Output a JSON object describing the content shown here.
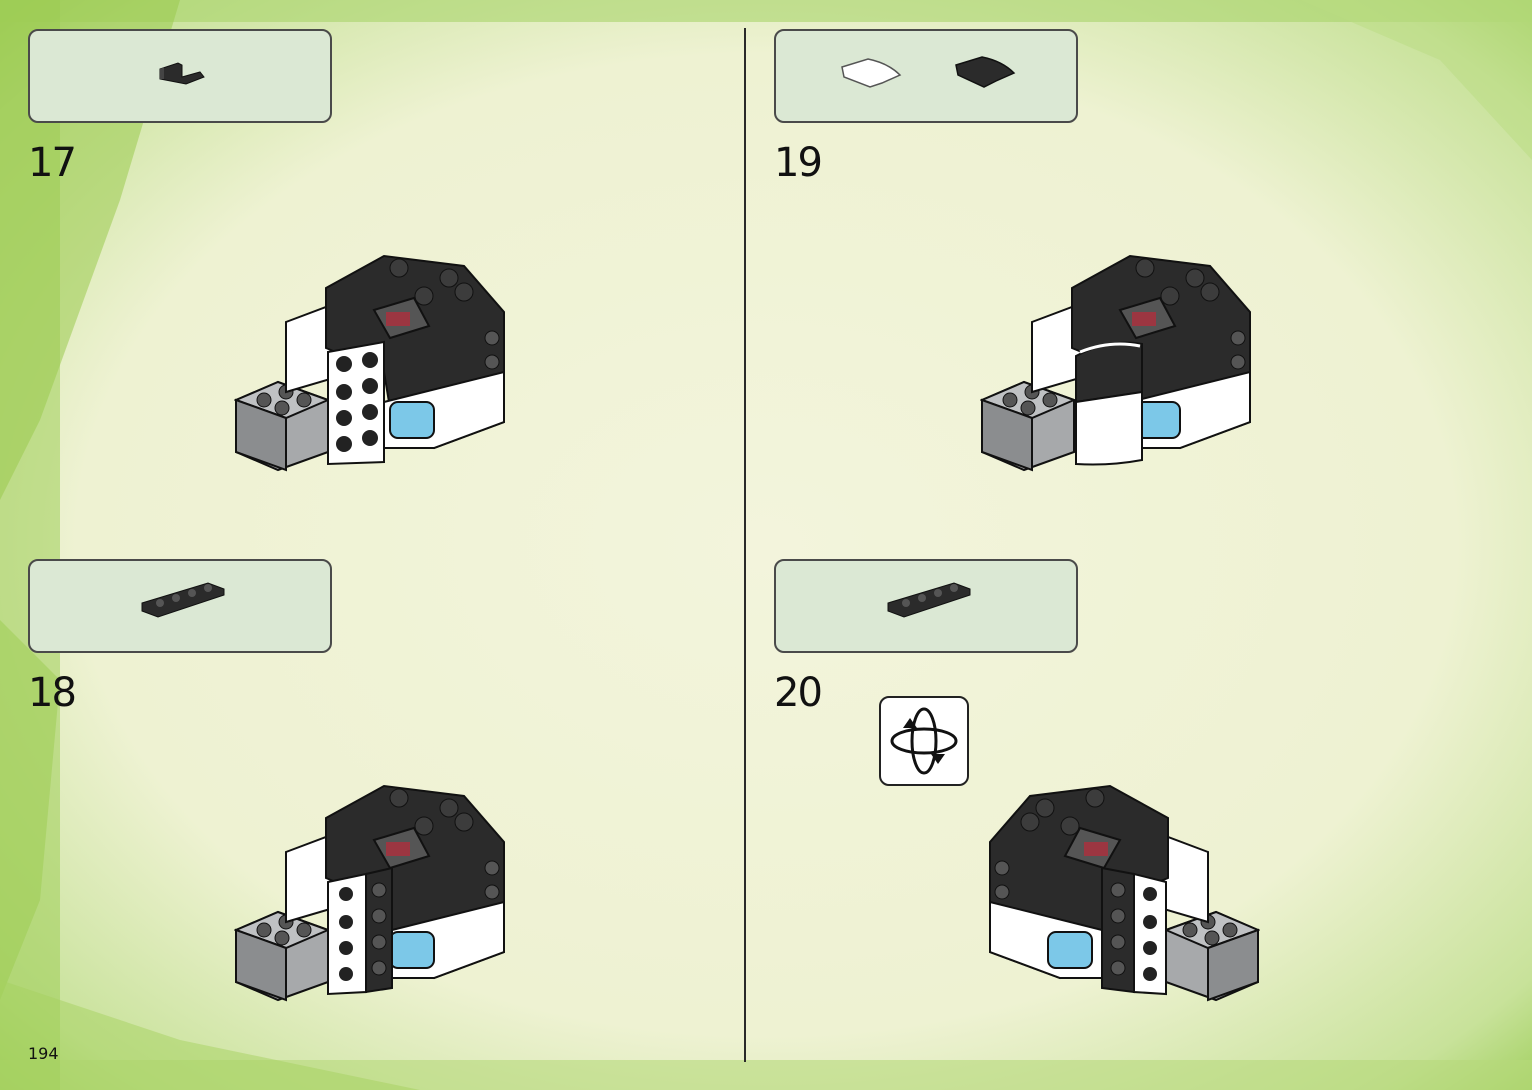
{
  "page_number": "194",
  "steps": [
    {
      "number": "17"
    },
    {
      "number": "18"
    },
    {
      "number": "19"
    },
    {
      "number": "20"
    }
  ],
  "icons": {
    "rotate": "rotate-model-icon"
  },
  "colors": {
    "panel_fill": "#dbe8d4",
    "brick_black": "#2b2b2b",
    "brick_white": "#ffffff",
    "brick_grey": "#a7a9ab",
    "trans_blue": "#7cc8e8",
    "background_green": "#8cc63f"
  }
}
